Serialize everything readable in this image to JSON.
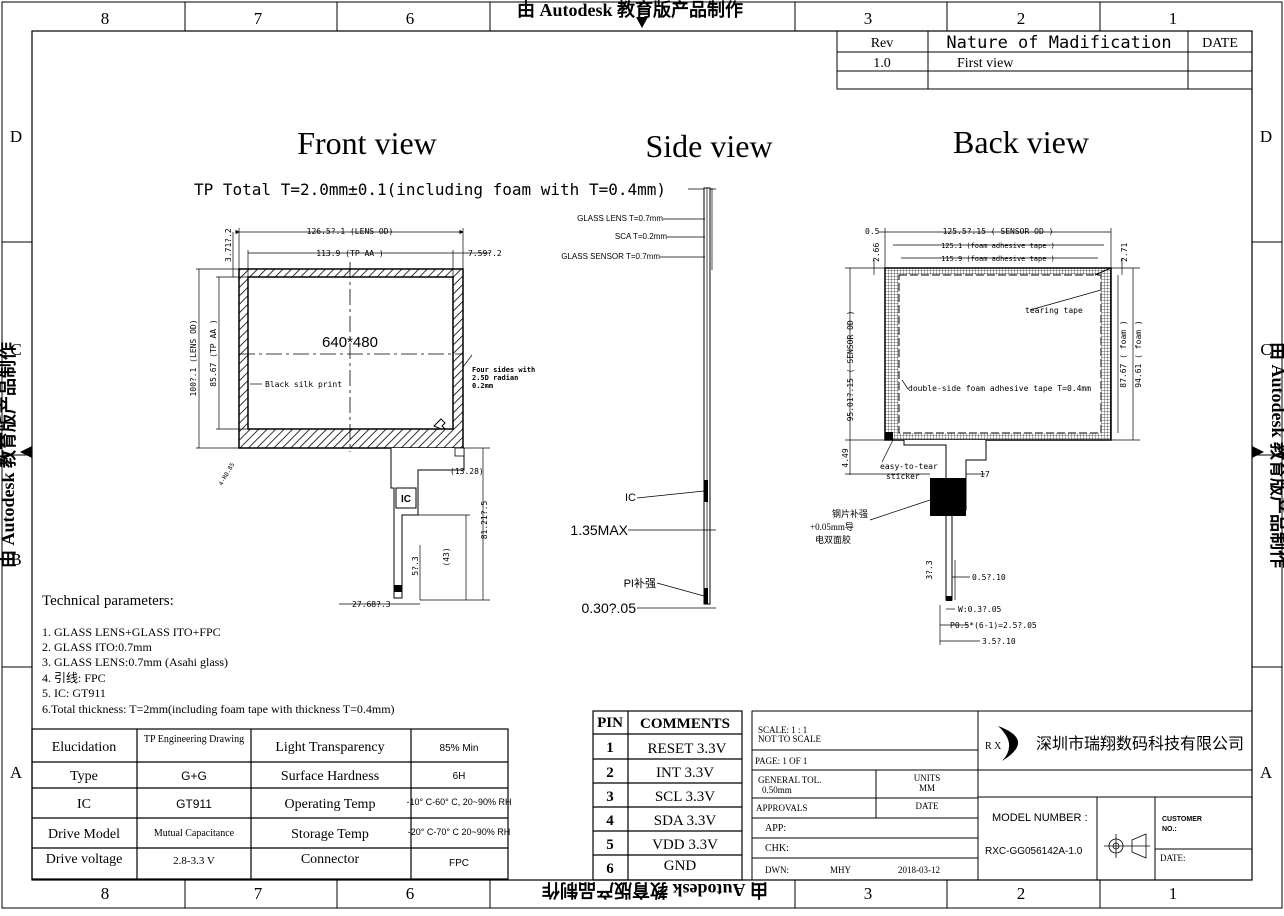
{
  "frame": {
    "grid_numbers_top": [
      "8",
      "7",
      "6",
      "3",
      "2",
      "1"
    ],
    "grid_numbers_bottom": [
      "8",
      "7",
      "6",
      "3",
      "2",
      "1"
    ],
    "grid_letters_left": [
      "D",
      "C",
      "B",
      "A"
    ],
    "grid_letters_right": [
      "D",
      "C",
      "A"
    ],
    "top_banner": "由 Autodesk 教育版产品制作",
    "bottom_banner": "由 Autodesk 教育版产品制作",
    "left_banner": "由 Autodesk 教育版产品制作",
    "right_banner": "由 Autodesk 教育版产品制作"
  },
  "revision": {
    "headers": [
      "Rev",
      "Nature of Madification",
      "DATE"
    ],
    "row": [
      "1.0",
      "First view",
      ""
    ]
  },
  "views": {
    "front_title": "Front view",
    "side_title": "Side view",
    "back_title": "Back view",
    "total_thickness_note": "TP  Total T=2.0mm±0.1(including foam with T=0.4mm)"
  },
  "front": {
    "lens_od": "126.5?.1 (LENS OD)",
    "tp_aa_w": "113.9 (TP AA )",
    "right_margin": "7.59?.2",
    "top_margin": "3.71?.2",
    "lens_od_h": "100?.1 (LENS OD)",
    "tp_aa_h": "85.67 (TP AA )",
    "resolution": "640*480",
    "black_silk": "Black silk print",
    "radian_note_1": "Four sides with",
    "radian_note_2": "2.5D radian",
    "radian_note_3": "0.2mm",
    "fpc_width": "(13.28)",
    "ic_label": "IC",
    "fpc_len": "81.21?.5",
    "fpc_43": "(43)",
    "fpc_5": "5?.3",
    "bottom_dim": "27.68?.3",
    "angle": "4-R0.85"
  },
  "side": {
    "glass_lens": "GLASS LENS T=0.7mm",
    "sca": "SCA T=0.2mm",
    "glass_sensor": "GLASS SENSOR T=0.7mm",
    "ic": "IC",
    "max": "1.35MAX",
    "pi": "PI补强",
    "thk": "0.30?.05"
  },
  "back": {
    "offset": "0.5",
    "sensor_od": "125.5?.15 ( SENSOR OD )",
    "foam_tape_1": "125.1 (foam adhesive tape )",
    "foam_tape_2": "115.9 (foam adhesive tape )",
    "left_266": "2.66",
    "right_271": "2.71",
    "tearing": "tearing tape",
    "sensor_od_h": "95.01?.15 ( SENSOR OD )",
    "foam_h1": "87.67 ( foam )",
    "foam_h2": "94.61 ( foam )",
    "double_side": "double-side foam adhesive tape T=0.4mm",
    "dim_449": "4.49",
    "easy_tear_1": "easy-to-tear",
    "easy_tear_2": "sticker",
    "dim_17": "17",
    "steel_1": "钢片补强",
    "steel_2": "+0.05mm导",
    "steel_3": "电双面胶",
    "dim_3": "3?.3",
    "dim_05": "0.5?.10",
    "w": "W:0.3?.05",
    "pitch": "P0.5*(6-1)=2.5?.05",
    "dim_35": "3.5?.10"
  },
  "technical": {
    "title": "Technical parameters:",
    "items": [
      "1.  GLASS LENS+GLASS ITO+FPC",
      "2.  GLASS ITO:0.7mm",
      "3.  GLASS LENS:0.7mm  (Asahi glass)",
      "4.  引线: FPC",
      "5.  IC: GT911",
      "6.Total thickness: T=2mm(including foam tape with thickness T=0.4mm)"
    ]
  },
  "spec_table": {
    "rows": [
      [
        "Elucidation",
        "TP Engineering Drawing",
        "Light Transparency",
        "85% Min"
      ],
      [
        "Type",
        "G+G",
        "Surface Hardness",
        "6H"
      ],
      [
        "IC",
        "GT911",
        "Operating Temp",
        "-10° C-60° C, 20~90% RH"
      ],
      [
        "Drive Model",
        "Mutual Capacitance",
        "Storage Temp",
        "-20° C-70° C 20~90% RH"
      ],
      [
        "Drive voltage",
        "2.8-3.3 V",
        "Connector",
        "FPC"
      ]
    ]
  },
  "pins": {
    "header_pin": "PIN",
    "header_comments": "COMMENTS",
    "rows": [
      [
        "1",
        "RESET  3.3V"
      ],
      [
        "2",
        "INT  3.3V"
      ],
      [
        "3",
        "SCL  3.3V"
      ],
      [
        "4",
        "SDA  3.3V"
      ],
      [
        "5",
        "VDD  3.3V"
      ],
      [
        "6",
        "GND"
      ]
    ]
  },
  "title_block": {
    "scale_1": "SCALE: 1 : 1",
    "scale_2": "NOT TO SCALE",
    "page": "PAGE:  1 OF 1",
    "general_tol": "GENERAL TOL.",
    "tol_value": "0.50mm",
    "units": "UNITS",
    "units_value": "MM",
    "approvals": "APPROVALS",
    "date_label": "DATE",
    "app": "APP:",
    "chk": "CHK:",
    "dwn": "DWN:",
    "dwn_name": "MHY",
    "dwn_date": "2018-03-12",
    "company": "深圳市瑞翔数码科技有限公司",
    "logo_letters": "R X",
    "model_label": "MODEL NUMBER :",
    "model_number": "RXC-GG056142A-1.0",
    "customer_1": "CUSTOMER",
    "customer_2": "NO.:",
    "date2": "DATE:"
  }
}
